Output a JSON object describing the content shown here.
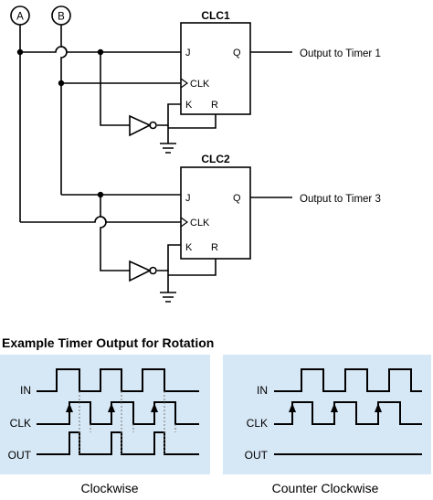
{
  "inputs": {
    "a_label": "A",
    "b_label": "B"
  },
  "clc1": {
    "title": "CLC1",
    "pin_j": "J",
    "pin_clk": "CLK",
    "pin_k": "K",
    "pin_r": "R",
    "pin_q": "Q",
    "output_label": "Output to Timer 1"
  },
  "clc2": {
    "title": "CLC2",
    "pin_j": "J",
    "pin_clk": "CLK",
    "pin_k": "K",
    "pin_r": "R",
    "pin_q": "Q",
    "output_label": "Output to Timer 3"
  },
  "timing": {
    "section_title": "Example Timer Output for Rotation",
    "clockwise": {
      "caption": "Clockwise",
      "in_label": "IN",
      "clk_label": "CLK",
      "out_label": "OUT"
    },
    "counter_clockwise": {
      "caption": "Counter Clockwise",
      "in_label": "IN",
      "clk_label": "CLK",
      "out_label": "OUT"
    }
  },
  "colors": {
    "panel_fill": "#d6e7f5",
    "line": "#000000"
  }
}
